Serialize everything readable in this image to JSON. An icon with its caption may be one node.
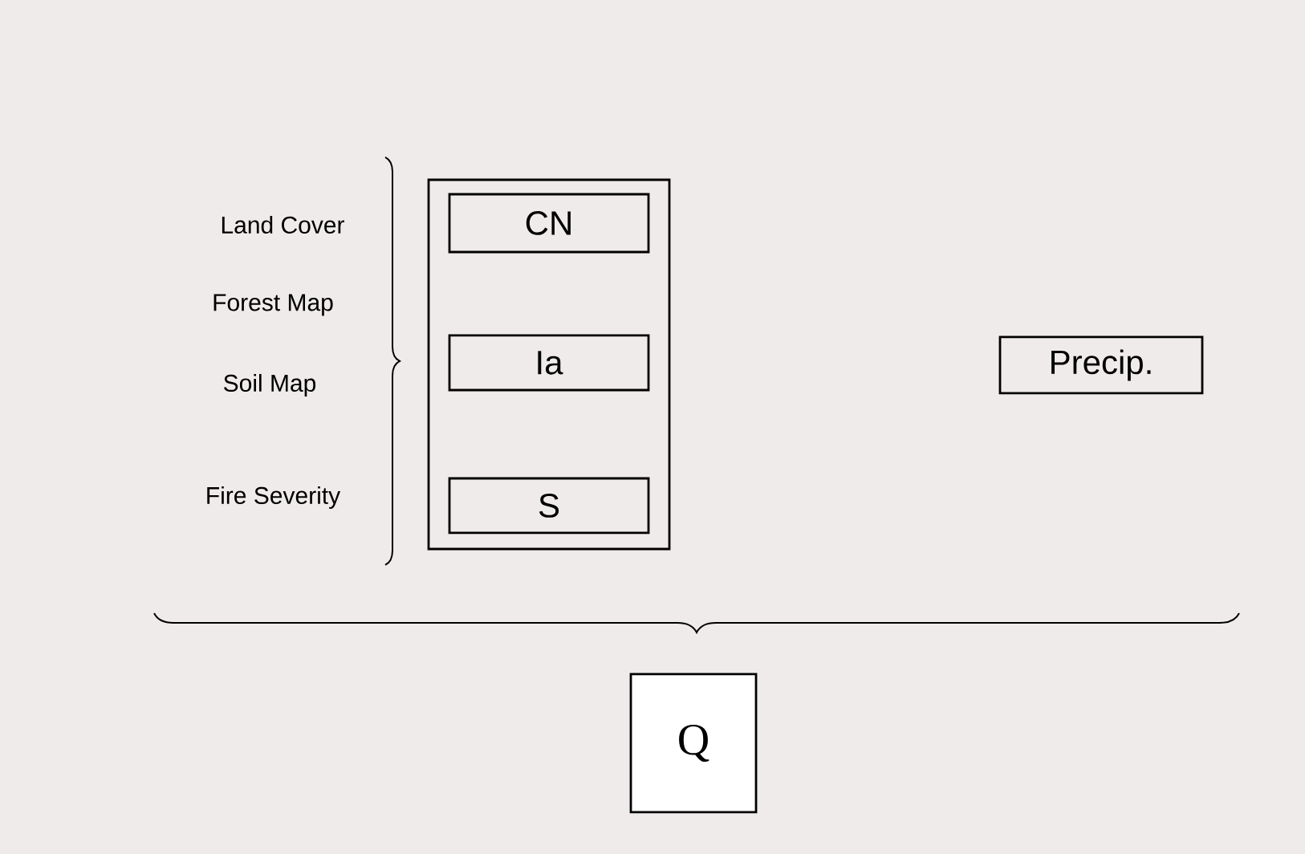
{
  "diagram": {
    "nodes": [
      {
        "text": [],
        "shape": "box"
      },
      {
        "text": [
          "CN"
        ],
        "in": 0
      },
      {
        "text": [
          "Ia"
        ],
        "in": 0
      },
      {
        "text": [
          "S"
        ],
        "in": 0
      },
      {
        "text": [
          "Precip."
        ]
      },
      {
        "text": [
          "Q"
        ]
      }
    ],
    "edges": [],
    "labels": [
      "Land Cover",
      "Forest Map",
      "Soil Map",
      "Fire Severity"
    ]
  }
}
